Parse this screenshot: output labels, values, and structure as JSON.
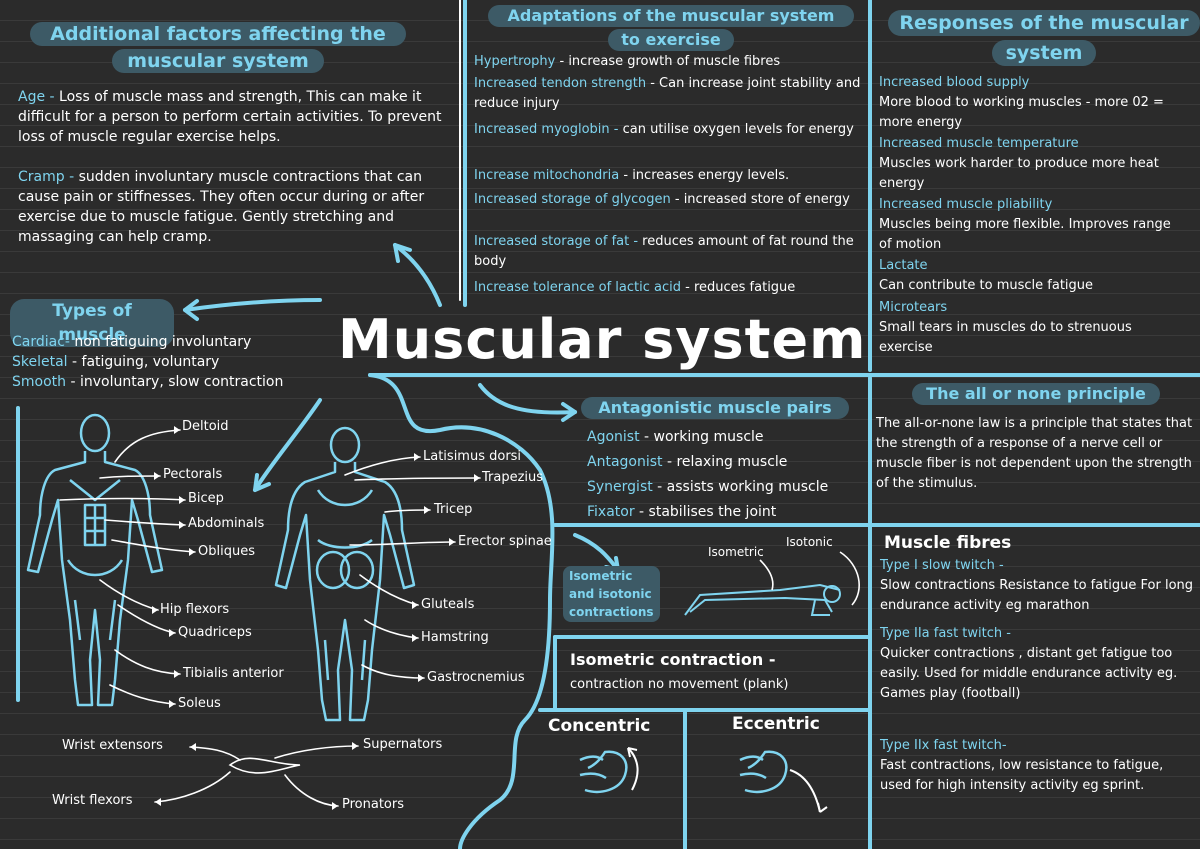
{
  "main_title": "Muscular system",
  "additional": {
    "title_line1": "Additional factors affecting the",
    "title_line2": "muscular system",
    "age_key": "Age -",
    "age_text": " Loss of muscle mass and strength, This can make it difficult for a person to perform certain activities. To prevent loss of muscle regular exercise helps.",
    "cramp_key": "Cramp -",
    "cramp_text": " sudden involuntary muscle contractions that can cause pain or stiffnesses. They often occur during or after exercise due to muscle fatigue. Gently stretching and massaging can help cramp."
  },
  "adaptations": {
    "title_line1": "Adaptations of the muscular system",
    "title_line2": "to exercise",
    "items": [
      {
        "key": "Hypertrophy",
        "text": " - increase growth of muscle fibres"
      },
      {
        "key": "Increased tendon strength",
        "text": " - Can increase joint stability and reduce injury"
      },
      {
        "key": "Increased myoglobin -",
        "text": " can utilise oxygen levels for energy"
      },
      {
        "key": "Increase mitochondria",
        "text": " - increases energy levels."
      },
      {
        "key": "Increased storage of glycogen",
        "text": " - increased store of energy"
      },
      {
        "key": "Increased storage of fat -",
        "text": "   reduces amount of fat round the body"
      },
      {
        "key": "Increase tolerance of lactic acid",
        "text": " - reduces fatigue"
      }
    ]
  },
  "responses": {
    "title_line1": "Responses of the muscular",
    "title_line2": "system",
    "items": [
      {
        "key": "Increased blood supply",
        "text": "More blood to working muscles - more 02 = more energy"
      },
      {
        "key": "Increased muscle temperature",
        "text": "Muscles work harder to produce more heat energy"
      },
      {
        "key": "Increased muscle pliability",
        "text": "Muscles being more flexible. Improves range of motion"
      },
      {
        "key": "Lactate",
        "text": "Can contribute to muscle fatigue"
      },
      {
        "key": "Microtears",
        "text": "Small tears in muscles do to strenuous exercise"
      }
    ]
  },
  "types": {
    "title": "Types of muscle",
    "items": [
      {
        "key": "Cardiac-",
        "text": " non fatiguing involuntary"
      },
      {
        "key": "Skeletal",
        "text": " - fatiguing, voluntary"
      },
      {
        "key": "Smooth",
        "text": " - involuntary, slow contraction"
      }
    ]
  },
  "antagonistic": {
    "title": "Antagonistic muscle pairs",
    "items": [
      {
        "key": "Agonist",
        "text": " - working muscle"
      },
      {
        "key": "Antagonist",
        "text": " - relaxing muscle"
      },
      {
        "key": "Synergist",
        "text": " - assists working muscle"
      },
      {
        "key": "Fixator",
        "text": " - stabilises the joint"
      }
    ]
  },
  "all_or_none": {
    "title": "The all or none principle",
    "text": "The all-or-none law is a principle that states that the strength of a response of a nerve cell or muscle fiber is not dependent upon the strength of the stimulus."
  },
  "fibres": {
    "title": "Muscle fibres",
    "items": [
      {
        "key": "Type I slow twitch -",
        "text": "Slow contractions Resistance to fatigue For long endurance activity eg marathon"
      },
      {
        "key": "Type IIa fast twitch -",
        "text": "Quicker contractions , distant get fatigue too easily. Used for middle endurance activity eg. Games play (football)"
      },
      {
        "key": "Type IIx fast twitch-",
        "text": "Fast contractions, low resistance to fatigue, used for high intensity activity eg sprint."
      }
    ]
  },
  "isometric_box": {
    "label_line1": "Isometric",
    "label_line2": "and isotonic",
    "label_line3": "contractions",
    "isometric": "Isometric",
    "isotonic": "Isotonic"
  },
  "isometric_contraction": {
    "title": "Isometric  contraction -",
    "text": "contraction no movement (plank)"
  },
  "concentric": "Concentric",
  "eccentric": "Eccentric",
  "front_labels": [
    "Deltoid",
    "Pectorals",
    "Bicep",
    "Abdominals",
    "Obliques",
    "Hip flexors",
    "Quadriceps",
    "Tibialis anterior",
    "Soleus"
  ],
  "back_labels": [
    "Latisimus dorsi",
    "Trapezius",
    "Tricep",
    "Erector spinae",
    "Gluteals",
    "Hamstring",
    "Gastrocnemius"
  ],
  "forearm_labels": [
    "Wrist extensors",
    "Supernators",
    "Wrist flexors",
    "Pronators"
  ],
  "colors": {
    "background": "#2b2b2b",
    "accent": "#7fd4ef",
    "title_bg": "#3d5a66"
  }
}
